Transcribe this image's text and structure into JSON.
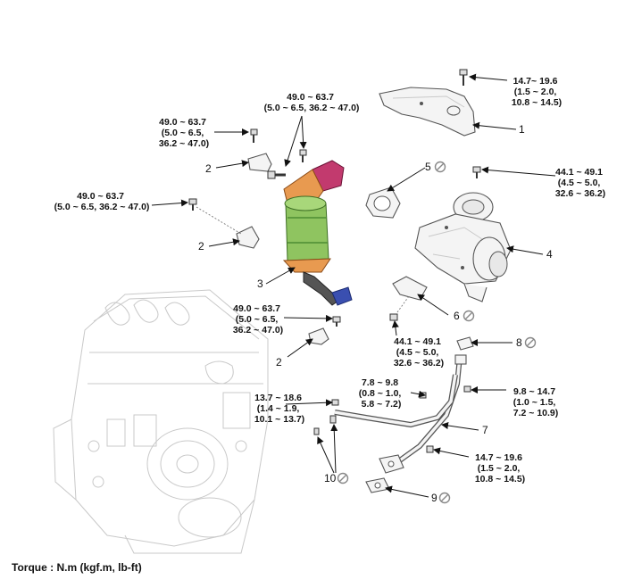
{
  "footer": "Torque : N.m (kgf.m, lb-ft)",
  "torques": {
    "t1": [
      "14.7~ 19.6",
      "(1.5 ~ 2.0,",
      "10.8 ~ 14.5)"
    ],
    "t2": [
      "49.0 ~ 63.7",
      "(5.0 ~ 6.5, 36.2 ~ 47.0)"
    ],
    "t3": [
      "49.0 ~ 63.7",
      "(5.0 ~ 6.5,",
      "36.2 ~ 47.0)"
    ],
    "t4": [
      "44.1 ~ 49.1",
      "(4.5 ~ 5.0,",
      "32.6 ~ 36.2)"
    ],
    "t5": [
      "49.0 ~ 63.7",
      "(5.0 ~ 6.5, 36.2 ~ 47.0)"
    ],
    "t6": [
      "49.0 ~ 63.7",
      "(5.0 ~ 6.5,",
      "36.2 ~ 47.0)"
    ],
    "t7": [
      "44.1 ~ 49.1",
      "(4.5 ~ 5.0,",
      "32.6 ~ 36.2)"
    ],
    "t8": [
      "7.8 ~ 9.8",
      "(0.8 ~ 1.0,",
      "5.8 ~ 7.2)"
    ],
    "t9": [
      "13.7 ~ 18.6",
      "(1.4 ~ 1.9,",
      "10.1 ~ 13.7)"
    ],
    "t10": [
      "9.8 ~ 14.7",
      "(1.0 ~ 1.5,",
      "7.2 ~ 10.9)"
    ],
    "t11": [
      "14.7 ~ 19.6",
      "(1.5 ~ 2.0,",
      "10.8 ~ 14.5)"
    ]
  },
  "callouts": {
    "c1": "1",
    "c2a": "2",
    "c2b": "2",
    "c2c": "2",
    "c3": "3",
    "c4": "4",
    "c5": "5",
    "c6": "6",
    "c7": "7",
    "c8": "8",
    "c9": "9",
    "c10": "10"
  },
  "colors": {
    "converter_green": "#8fc460",
    "converter_dark": "#4d8c32",
    "flange_orange": "#e89a50",
    "manifold_magenta": "#c23a6e",
    "pipe_blue": "#3a4fb0"
  }
}
